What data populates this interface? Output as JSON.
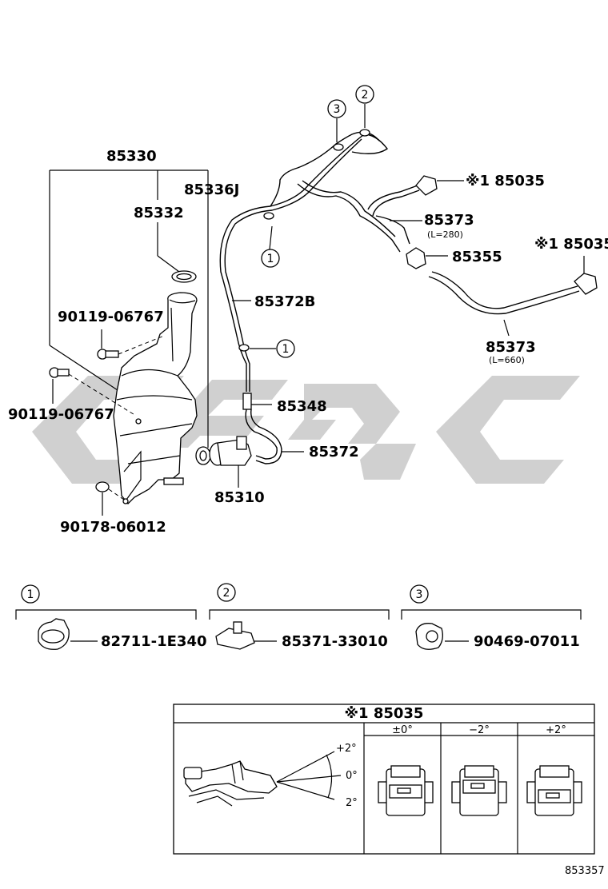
{
  "labels": {
    "p85330": "85330",
    "p85336J": "85336J",
    "p85332": "85332",
    "p90119_06767a": "90119-06767",
    "p90119_06767b": "90119-06767",
    "p90178_06012": "90178-06012",
    "p85372B": "85372B",
    "p85348": "85348",
    "p85372": "85372",
    "p85310": "85310",
    "p85035a": "※1 85035",
    "p85035b": "※1 85035",
    "p85373a": "85373",
    "p85373a_len": "(L=280)",
    "p85355": "85355",
    "p85373b": "85373",
    "p85373b_len": "(L=660)"
  },
  "callouts": {
    "c1": "1",
    "c2": "2",
    "c3": "3"
  },
  "clips": [
    {
      "num": "1",
      "part": "82711-1E340"
    },
    {
      "num": "2",
      "part": "85371-33010"
    },
    {
      "num": "3",
      "part": "90469-07011"
    }
  ],
  "detail": {
    "title": "※1 85035",
    "col_headers": [
      "±0°",
      "−2°",
      "+2°"
    ],
    "angle_labels": {
      "plus": "+2°",
      "zero": "0°",
      "minus": "2°"
    }
  },
  "diagram_id": "853357",
  "watermark_color": "#c8c8c8"
}
